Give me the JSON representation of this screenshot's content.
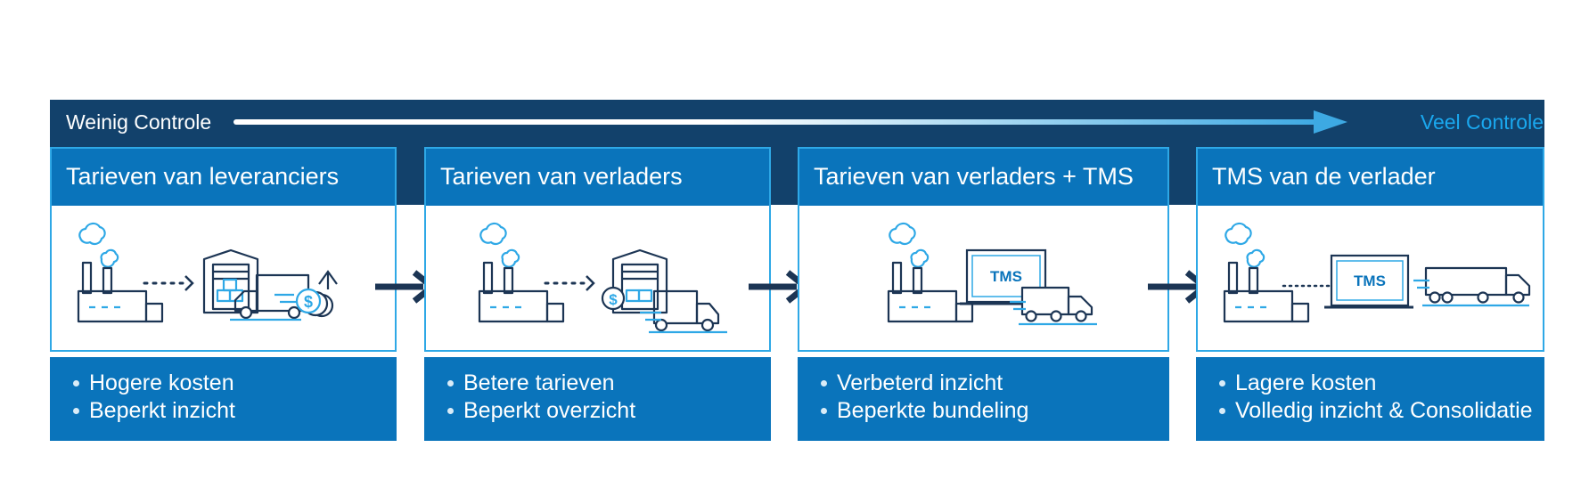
{
  "header": {
    "left_label": "Weinig Controle",
    "right_label": "Veel Controle"
  },
  "stages": [
    {
      "title": "Tarieven van leveranciers",
      "bullets": [
        "Hogere kosten",
        "Beperkt inzicht"
      ]
    },
    {
      "title": "Tarieven van verladers",
      "bullets": [
        "Betere tarieven",
        "Beperkt overzicht"
      ]
    },
    {
      "title": "Tarieven van verladers + TMS",
      "bullets": [
        "Verbeterd inzicht",
        "Beperkte bundeling"
      ]
    },
    {
      "title": "TMS van de verlader",
      "bullets": [
        "Lagere kosten",
        "Volledig inzicht & Consolidatie"
      ]
    }
  ],
  "icons": {
    "tms_label": "TMS",
    "dollar_symbol": "$"
  },
  "colors": {
    "navy_band": "#12416b",
    "title_blue": "#0a74bb",
    "card_border": "#2ea8e6",
    "accent_light_blue": "#1aa8ef",
    "icon_navy": "#1c3554",
    "icon_blue": "#2ea8e6"
  }
}
